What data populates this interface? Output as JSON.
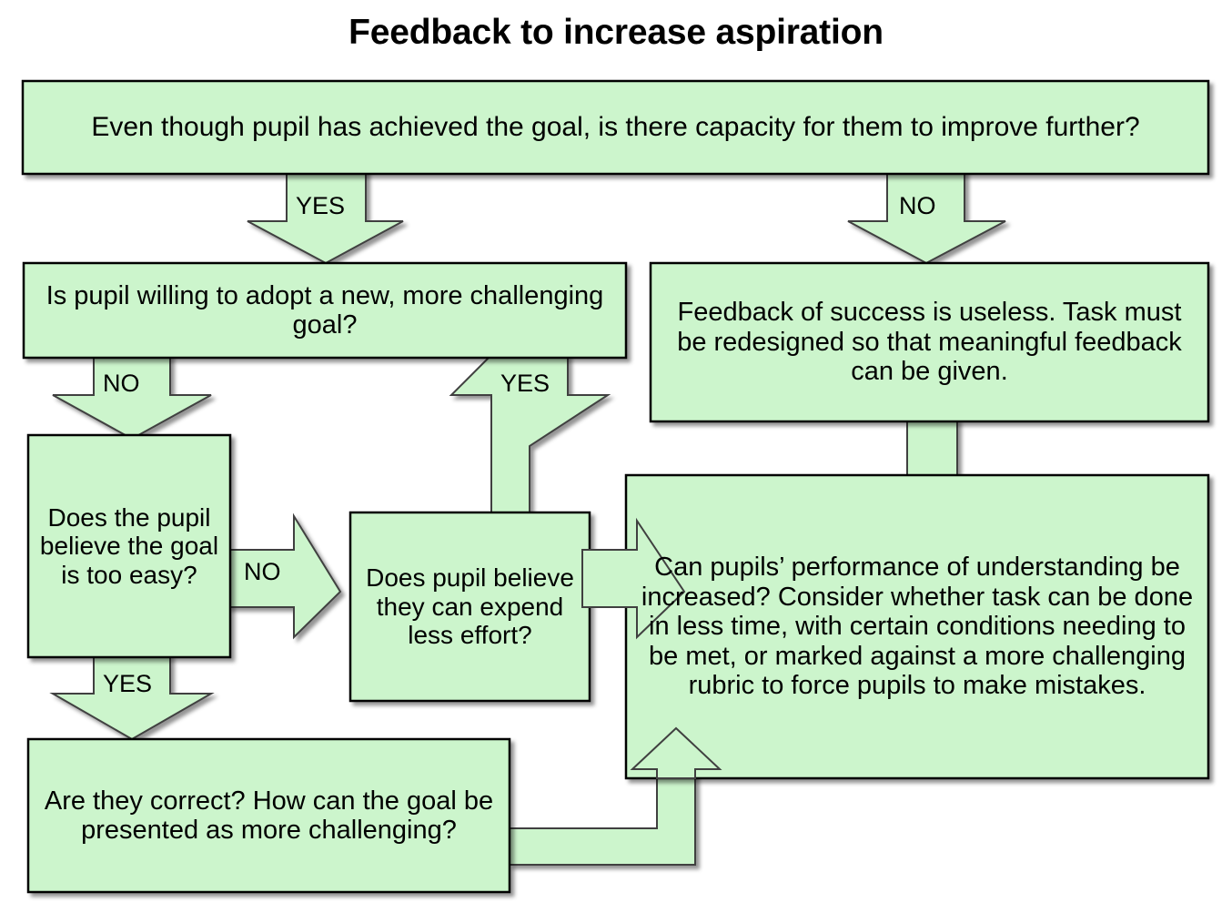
{
  "title": "Feedback to increase aspiration",
  "theme": {
    "node_fill": "#ccf5cc",
    "node_stroke": "#000000",
    "arrow_fill": "#ccf5cc",
    "arrow_stroke": "#404040",
    "background": "#ffffff",
    "text_color": "#000000"
  },
  "chart_data": {
    "type": "diagram",
    "diagram_kind": "flowchart",
    "title": "Feedback to increase aspiration",
    "nodes": [
      {
        "id": "start",
        "label": "Even though pupil has achieved the goal, is there capacity for them to improve further?",
        "shape": "rectangle"
      },
      {
        "id": "willing",
        "label": "Is pupil willing to adopt a new, more challenging goal?",
        "shape": "rectangle"
      },
      {
        "id": "useless",
        "label": "Feedback of success is useless. Task must be redesigned so that meaningful feedback can be given.",
        "shape": "rectangle"
      },
      {
        "id": "too-easy",
        "label": "Does the pupil believe the goal is too easy?",
        "shape": "rectangle"
      },
      {
        "id": "less-effort",
        "label": "Does pupil believe they can expend less effort?",
        "shape": "rectangle"
      },
      {
        "id": "performance",
        "label": "Can pupils’ performance of understanding be increased? Consider whether task can be done in less time, with certain conditions needing to be met, or marked against a more challenging rubric to force pupils to make mistakes.",
        "shape": "rectangle"
      },
      {
        "id": "correct",
        "label": "Are they correct? How can the goal be presented as more challenging?",
        "shape": "rectangle"
      }
    ],
    "edges": [
      {
        "from": "start",
        "to": "willing",
        "label": "YES",
        "direction": "down"
      },
      {
        "from": "start",
        "to": "useless",
        "label": "NO",
        "direction": "down"
      },
      {
        "from": "willing",
        "to": "too-easy",
        "label": "NO",
        "direction": "down"
      },
      {
        "from": "willing",
        "to": "less-effort",
        "label": "YES",
        "direction": "down"
      },
      {
        "from": "too-easy",
        "to": "less-effort",
        "label": "NO",
        "direction": "right"
      },
      {
        "from": "too-easy",
        "to": "correct",
        "label": "YES",
        "direction": "down"
      },
      {
        "from": "less-effort",
        "to": "performance",
        "label": "",
        "direction": "right"
      },
      {
        "from": "useless",
        "to": "performance",
        "label": "",
        "direction": "down"
      },
      {
        "from": "correct",
        "to": "performance",
        "label": "",
        "direction": "elbow-up"
      }
    ],
    "edge_labels": [
      "YES",
      "NO",
      "NO",
      "YES",
      "NO",
      "YES"
    ]
  },
  "nodes": {
    "start": "Even though pupil has achieved the goal, is there capacity for them to improve further?",
    "willing": "Is pupil willing to adopt a new, more challenging goal?",
    "useless": "Feedback of success is useless. Task must be redesigned so that meaningful feedback can be given.",
    "too_easy": "Does the pupil believe the goal is too easy?",
    "less_effort": "Does pupil believe they can expend less effort?",
    "performance": "Can pupils’ performance of understanding be increased? Consider whether task can be done in less time, with certain conditions needing to be met, or marked against a more challenging rubric to force pupils to make mistakes.",
    "correct": "Are they correct? How can the goal be presented as more challenging?"
  },
  "labels": {
    "start_yes": "YES",
    "start_no": "NO",
    "willing_no": "NO",
    "willing_yes": "YES",
    "too_easy_no": "NO",
    "too_easy_yes": "YES"
  }
}
